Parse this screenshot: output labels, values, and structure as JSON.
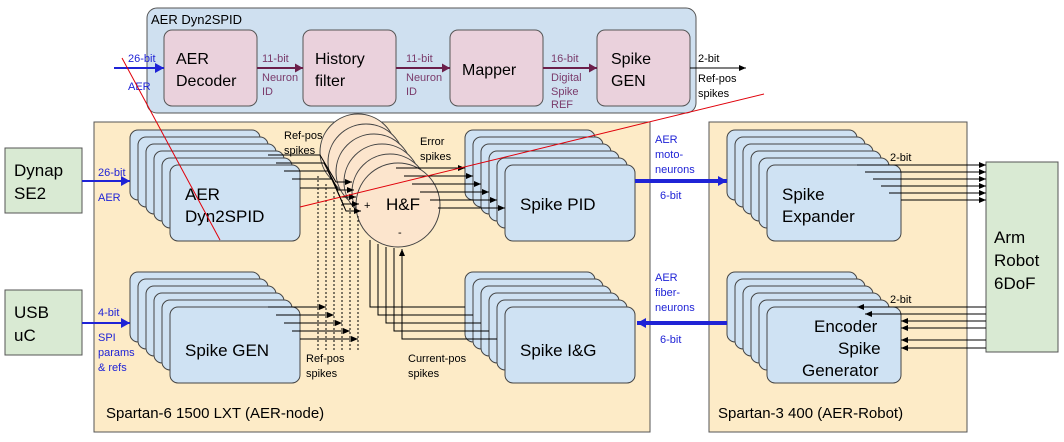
{
  "inset": {
    "title": "AER Dyn2SPID",
    "input_bits": "26-bit",
    "input_label": "AER",
    "blocks": [
      {
        "line1": "AER",
        "line2": "Decoder"
      },
      {
        "line1": "History",
        "line2": "filter"
      },
      {
        "line1": "Mapper",
        "line2": ""
      },
      {
        "line1": "Spike",
        "line2": "GEN"
      }
    ],
    "link1": {
      "bits": "11-bit",
      "l1": "Neuron",
      "l2": "ID"
    },
    "link2": {
      "bits": "11-bit",
      "l1": "Neuron",
      "l2": "ID"
    },
    "link3": {
      "bits": "16-bit",
      "l1": "Digital",
      "l2": "Spike",
      "l3": "REF"
    },
    "output_bits": "2-bit",
    "output_l1": "Ref-pos",
    "output_l2": "spikes"
  },
  "external": {
    "dynap": {
      "line1": "Dynap",
      "line2": "SE2"
    },
    "usb": {
      "line1": "USB",
      "line2": "uC"
    },
    "arm": {
      "line1": "Arm",
      "line2": "Robot",
      "line3": "6DoF"
    }
  },
  "spartan6": {
    "label": "Spartan-6 1500 LXT (AER-node)",
    "dyn2spid": {
      "line1": "AER",
      "line2": "Dyn2SPID"
    },
    "spikegen": "Spike GEN",
    "hf": "H&F",
    "hf_plus": "+",
    "hf_minus": "-",
    "spikepid": "Spike PID",
    "spikeig": "Spike I&G",
    "refpos_top_l1": "Ref-pos",
    "refpos_top_l2": "spikes",
    "error_l1": "Error",
    "error_l2": "spikes",
    "refpos_bot_l1": "Ref-pos",
    "refpos_bot_l2": "spikes",
    "currentpos_l1": "Current-pos",
    "currentpos_l2": "spikes"
  },
  "links": {
    "dynap_bits": "26-bit",
    "dynap_label": "AER",
    "usb_bits": "4-bit",
    "usb_l1": "SPI",
    "usb_l2": "params",
    "usb_l3": "& refs",
    "moto_l1": "AER",
    "moto_l2": "moto-",
    "moto_l3": "neurons",
    "moto_bits": "6-bit",
    "fiber_l1": "AER",
    "fiber_l2": "fiber-",
    "fiber_l3": "neurons",
    "fiber_bits": "6-bit",
    "exp_bits": "2-bit",
    "enc_bits": "2-bit"
  },
  "spartan3": {
    "label": "Spartan-3 400 (AER-Robot)",
    "expander": {
      "line1": "Spike",
      "line2": "Expander"
    },
    "encoder": {
      "line1": "Encoder",
      "line2": "Spike",
      "line3": "Generator"
    }
  },
  "colors": {
    "fpga_fill": "#fdebc7",
    "inset_fill": "#cfe0f0",
    "block_fill": "#cfe2f3",
    "inset_block_fill": "#ead1dc",
    "external_fill": "#d9ead3",
    "circle_fill": "#fce5cd",
    "arrow_blue": "#1f23d6",
    "arrow_purple": "#6b1f4a",
    "red_line": "#e0000a"
  }
}
